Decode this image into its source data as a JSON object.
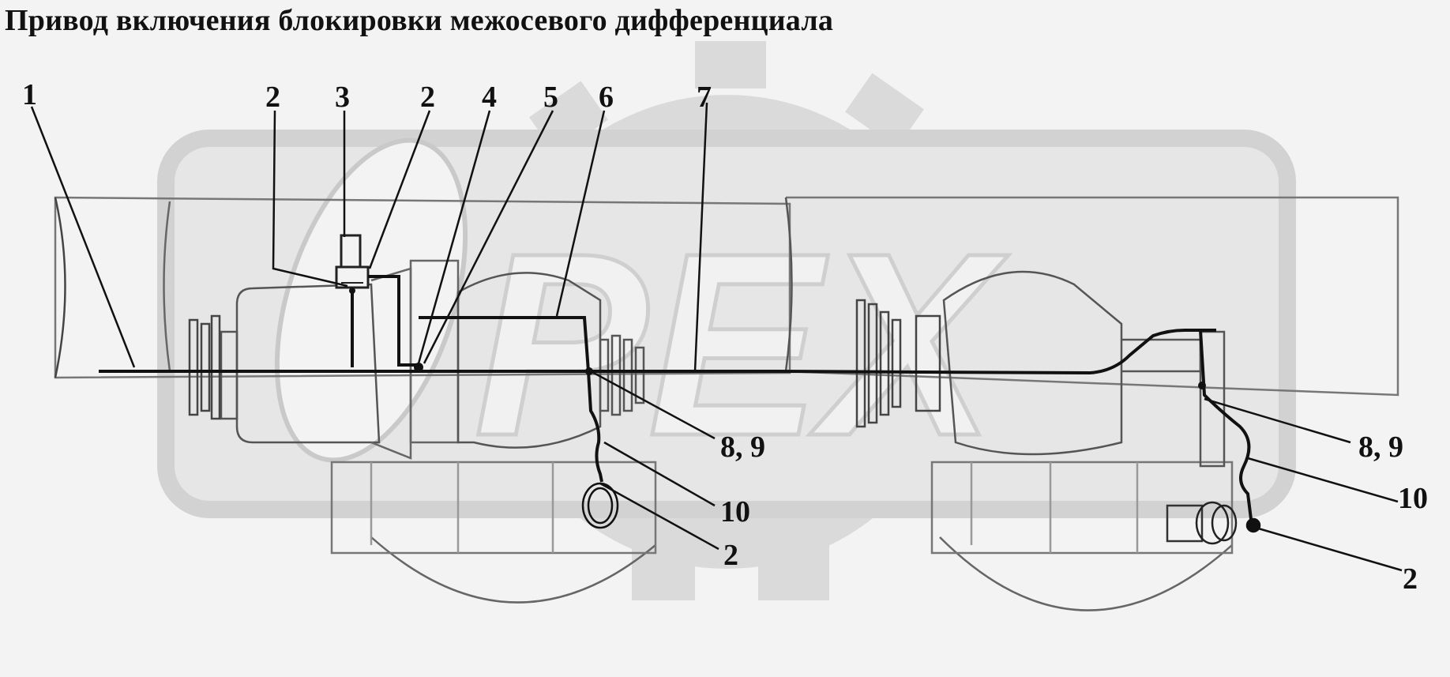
{
  "title": "Привод включения блокировки межосевого дифференциала",
  "watermark": {
    "text": "PEX",
    "color": "#dcdcdc"
  },
  "callouts": [
    "1",
    "2",
    "3",
    "2",
    "4",
    "5",
    "6",
    "7",
    "8, 9",
    "10",
    "2",
    "8, 9",
    "10",
    "2"
  ]
}
